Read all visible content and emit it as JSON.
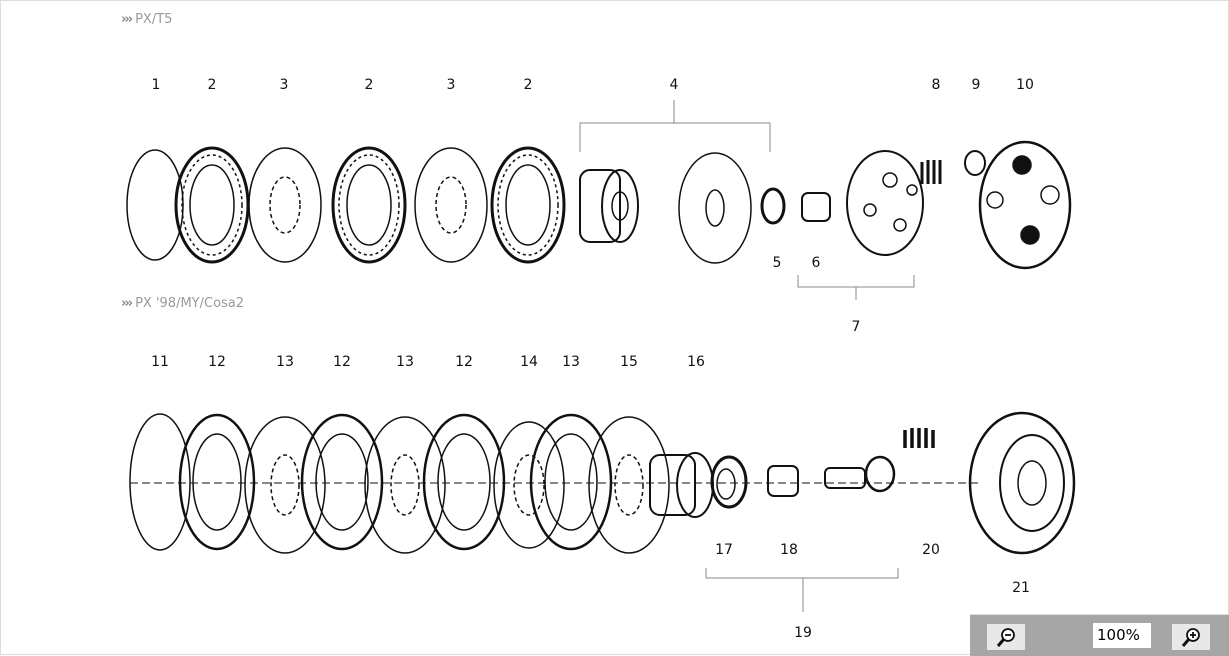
{
  "sections": [
    {
      "label": "PX/T5"
    },
    {
      "label": "PX '98/MY/Cosa2"
    }
  ],
  "top_callouts": [
    "1",
    "2",
    "3",
    "2",
    "3",
    "2",
    "4",
    "8",
    "9",
    "10",
    "5",
    "6",
    "7"
  ],
  "bottom_callouts": [
    "11",
    "12",
    "13",
    "12",
    "13",
    "12",
    "14",
    "13",
    "15",
    "16",
    "17",
    "18",
    "20",
    "21",
    "19"
  ],
  "zoom": {
    "value": "100%",
    "zoom_out_icon": "zoom-out-icon",
    "zoom_in_icon": "zoom-in-icon"
  }
}
